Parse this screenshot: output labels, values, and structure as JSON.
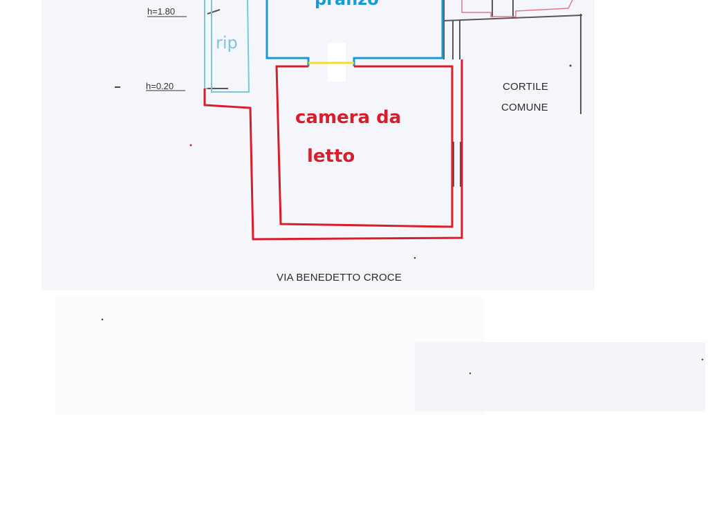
{
  "plan": {
    "rooms": {
      "pranzo": "pranzo",
      "ripostiglio": "rip",
      "camera_line1": "camera da",
      "camera_line2": "letto"
    },
    "heights": {
      "upper": "h=1.80",
      "lower": "h=0.20"
    },
    "courtyard_line1": "CORTILE",
    "courtyard_line2": "COMUNE",
    "street": "VIA BENEDETTO CROCE"
  },
  "colors": {
    "bedroom_outline": "#d81e2a",
    "dining_outline": "#1a9ad2",
    "storage_outline": "#7cc6d6",
    "window": "#f0e020",
    "walls": "#555555",
    "neighbor_outline": "#e07a8a"
  }
}
